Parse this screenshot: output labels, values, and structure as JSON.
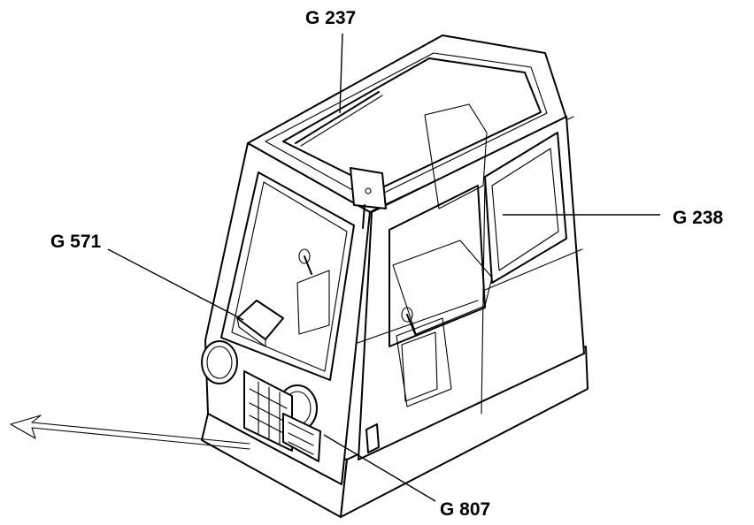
{
  "callouts": {
    "g237": "G 237",
    "g238": "G 238",
    "g571": "G 571",
    "g807": "G 807"
  },
  "colors": {
    "line": "#000000",
    "background": "#ffffff"
  }
}
